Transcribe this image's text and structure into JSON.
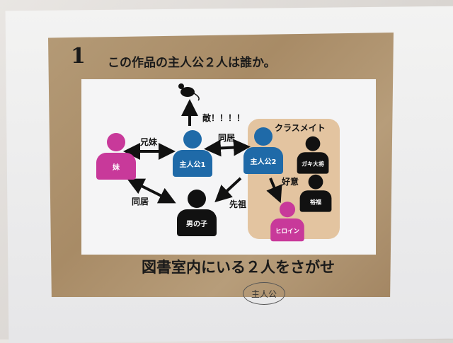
{
  "question": {
    "number": "1",
    "text": "この作品の主人公２人は誰か。"
  },
  "instruction": "図書室内にいる２人をさがせ",
  "handwritten_note": "主人公",
  "group_label": "クラスメイト",
  "people": {
    "sister": "妹",
    "protagonist1": "主人公1",
    "protagonist2": "主人公2",
    "boy": "男の子",
    "heroine": "ヒロイン",
    "bully": "ガキ大将",
    "rich": "裕福"
  },
  "relations": {
    "enemy": "敵！！！！",
    "siblings": "兄妹",
    "cohabit1": "同居",
    "cohabit2": "同居",
    "ancestor": "先祖",
    "affection": "好意"
  }
}
